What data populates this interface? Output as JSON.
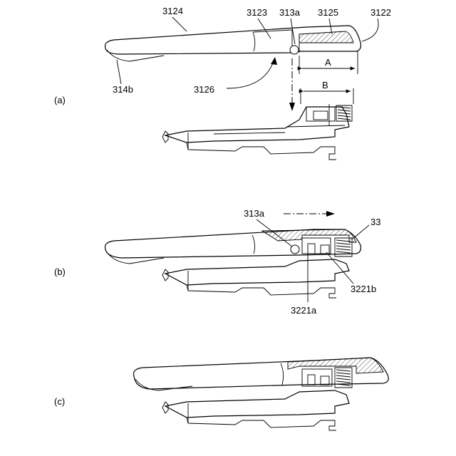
{
  "panels": [
    {
      "id": "a",
      "caption": "(a)",
      "labels": [
        "3124",
        "3123",
        "313a",
        "3125",
        "3122",
        "314b",
        "3126"
      ],
      "dimensions": [
        "A",
        "B"
      ]
    },
    {
      "id": "b",
      "caption": "(b)",
      "labels": [
        "313a",
        "33",
        "3221b",
        "3221a"
      ]
    },
    {
      "id": "c",
      "caption": "(c)",
      "labels": []
    }
  ],
  "colors": {
    "line": "#000000",
    "background": "#ffffff"
  }
}
